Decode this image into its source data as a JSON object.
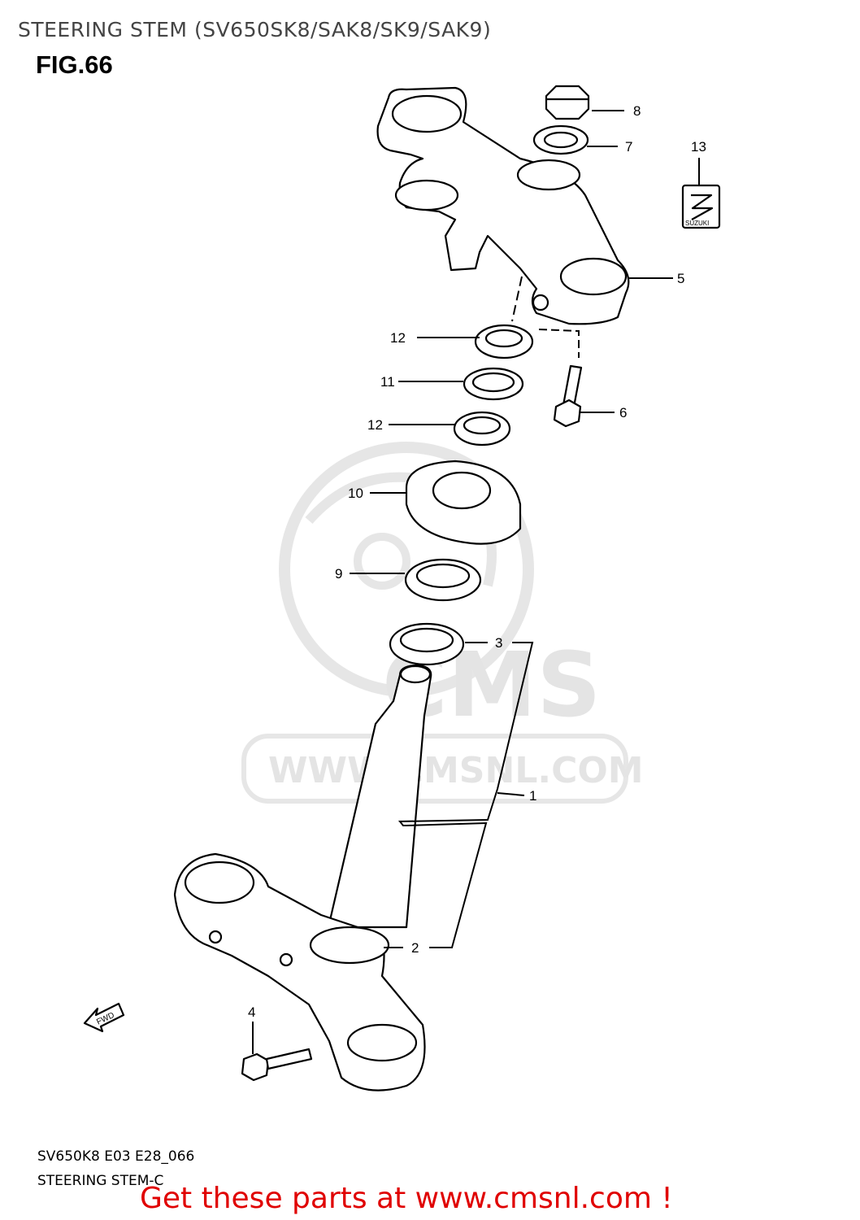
{
  "header": {
    "title": "STEERING STEM (SV650SK8/SAK8/SK9/SAK9)",
    "figure": "FIG.66"
  },
  "watermark": {
    "logo_text": "CMS",
    "url_text": "WWW.CMSNL.COM"
  },
  "emblem": {
    "text": "SUZUKI"
  },
  "direction_arrow": {
    "text": "FWD"
  },
  "callouts": [
    {
      "number": "1"
    },
    {
      "number": "2"
    },
    {
      "number": "3"
    },
    {
      "number": "4"
    },
    {
      "number": "5"
    },
    {
      "number": "6"
    },
    {
      "number": "7"
    },
    {
      "number": "8"
    },
    {
      "number": "9"
    },
    {
      "number": "10"
    },
    {
      "number": "11"
    },
    {
      "number": "12"
    },
    {
      "number": "12"
    },
    {
      "number": "13"
    }
  ],
  "footer": {
    "diagram_code": "SV650K8 E03 E28_066",
    "subtitle": "STEERING STEM-C",
    "promo": "Get these parts at www.cmsnl.com !"
  },
  "colors": {
    "promo": "#e00000",
    "watermark": "#e4e4e4"
  }
}
